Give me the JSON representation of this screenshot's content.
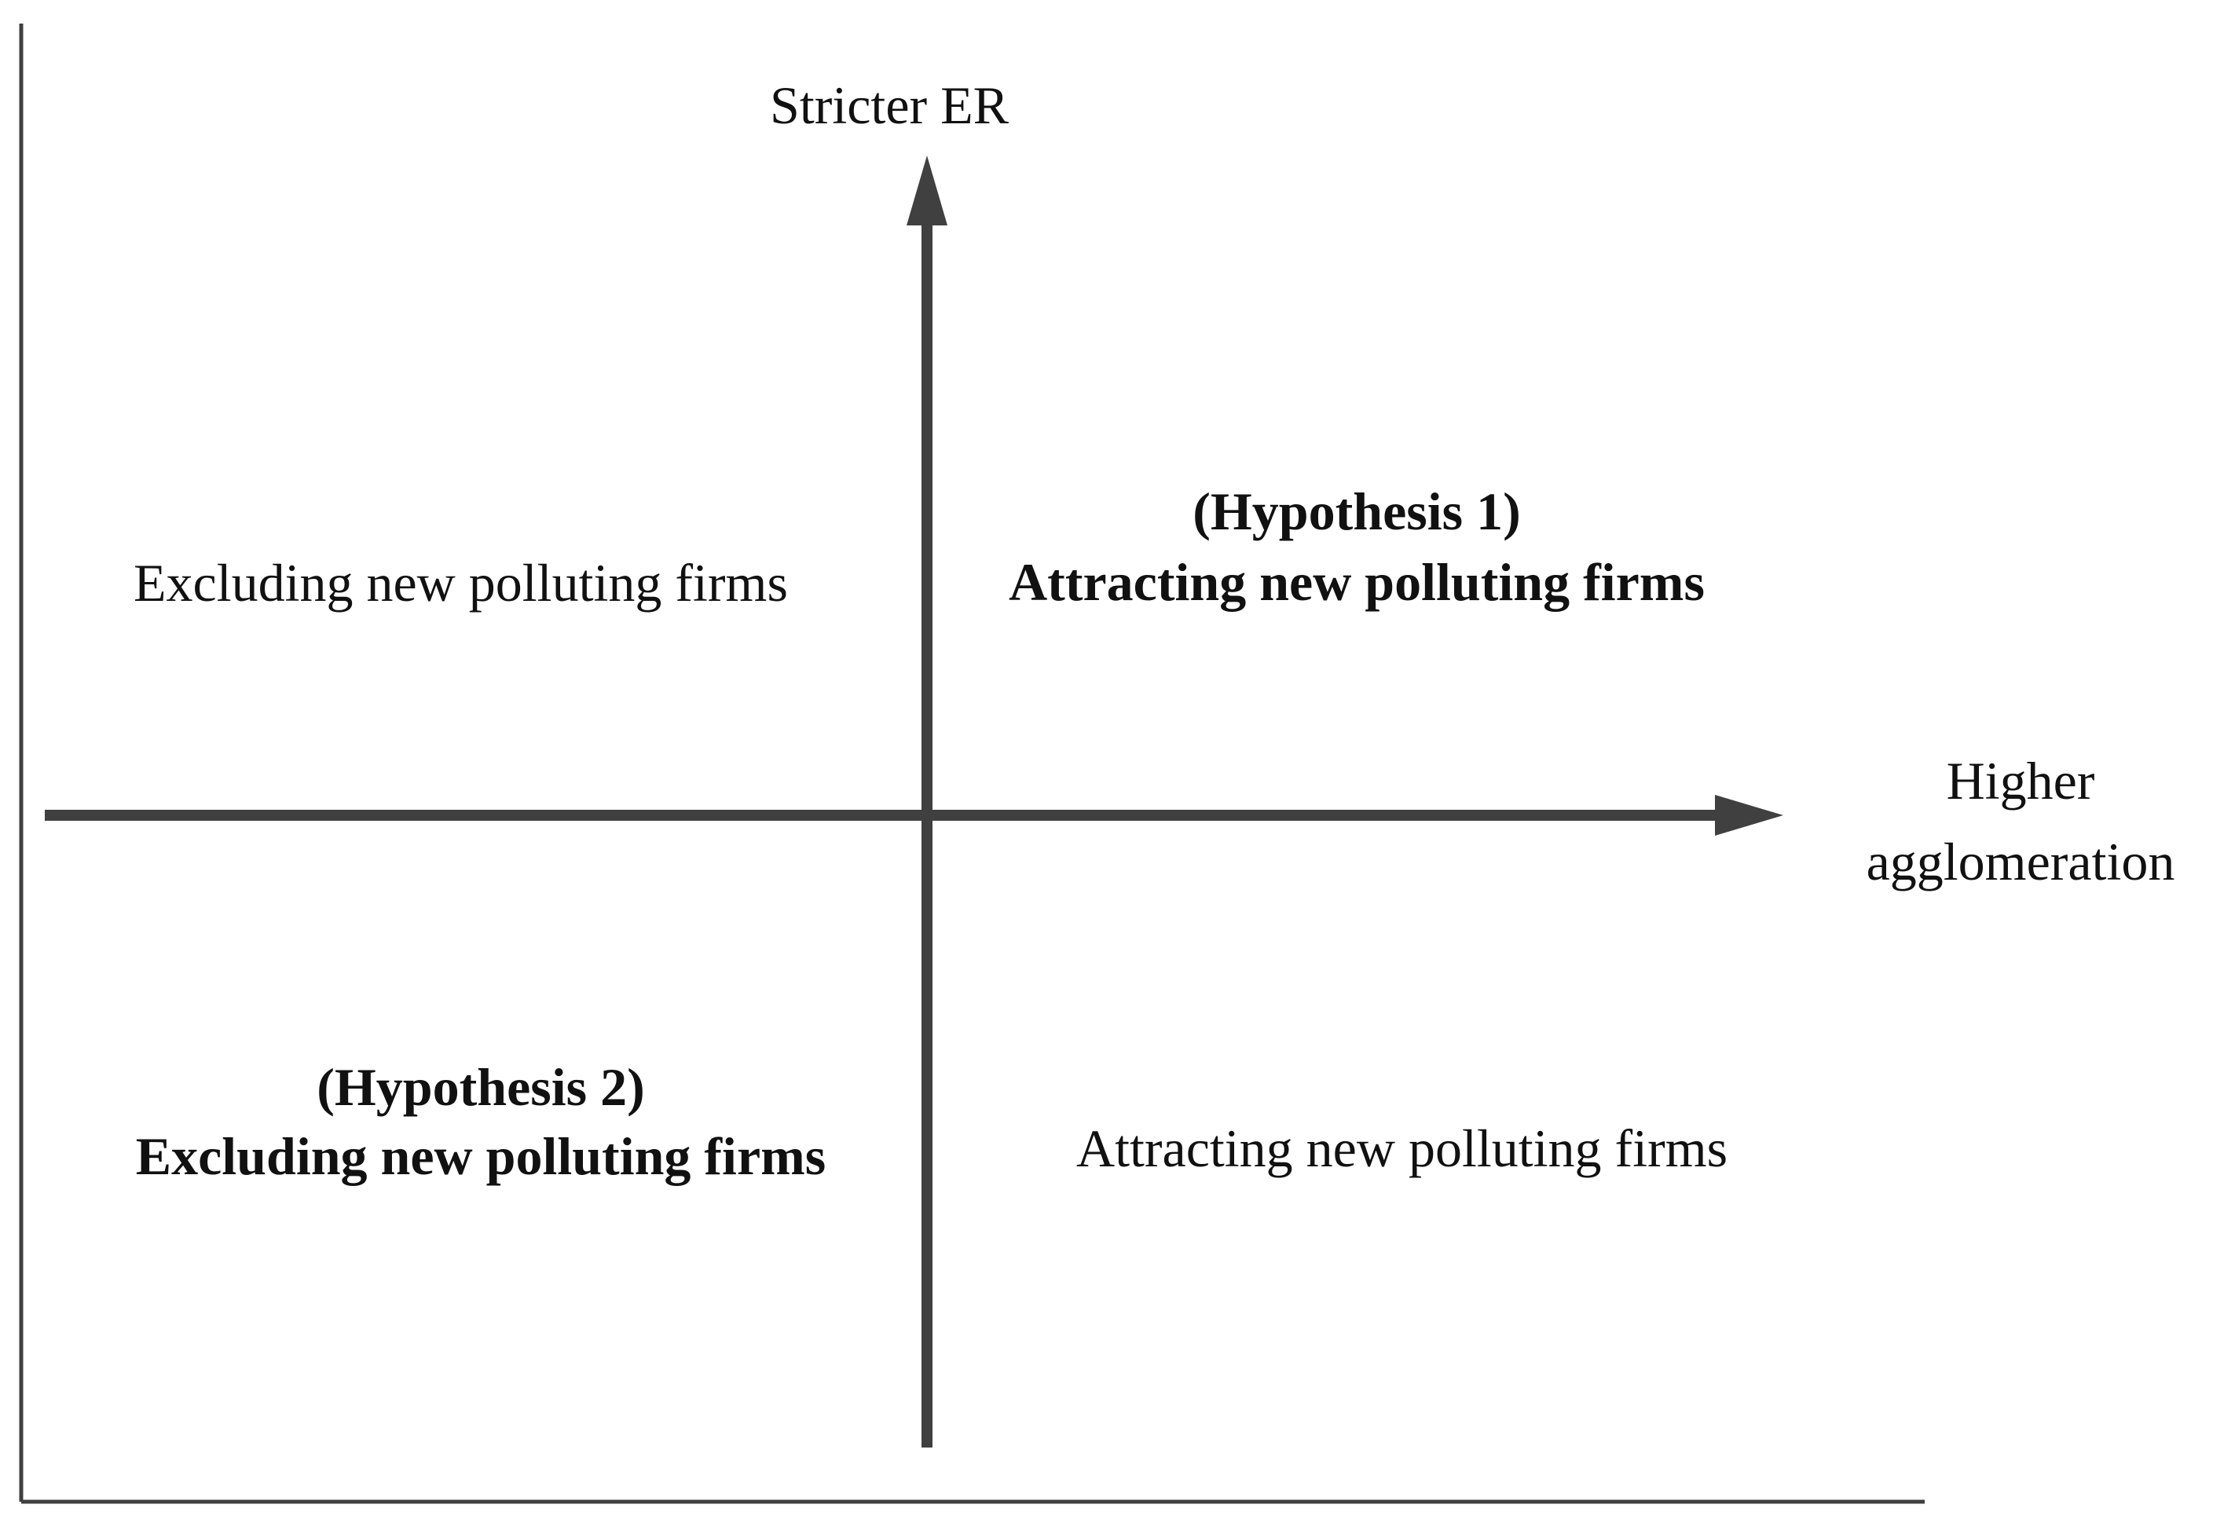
{
  "axes": {
    "y_label": "Stricter ER",
    "x_label_line1": "Higher",
    "x_label_line2": "agglomeration",
    "color": "#404040"
  },
  "quadrants": {
    "top_left": {
      "text": "Excluding new polluting firms"
    },
    "top_right": {
      "hypothesis": "(Hypothesis 1)",
      "text": "Attracting new polluting firms"
    },
    "bottom_left": {
      "hypothesis": "(Hypothesis 2)",
      "text": "Excluding new polluting firms"
    },
    "bottom_right": {
      "text": "Attracting new polluting firms"
    }
  },
  "frame": {
    "color": "#404040"
  }
}
